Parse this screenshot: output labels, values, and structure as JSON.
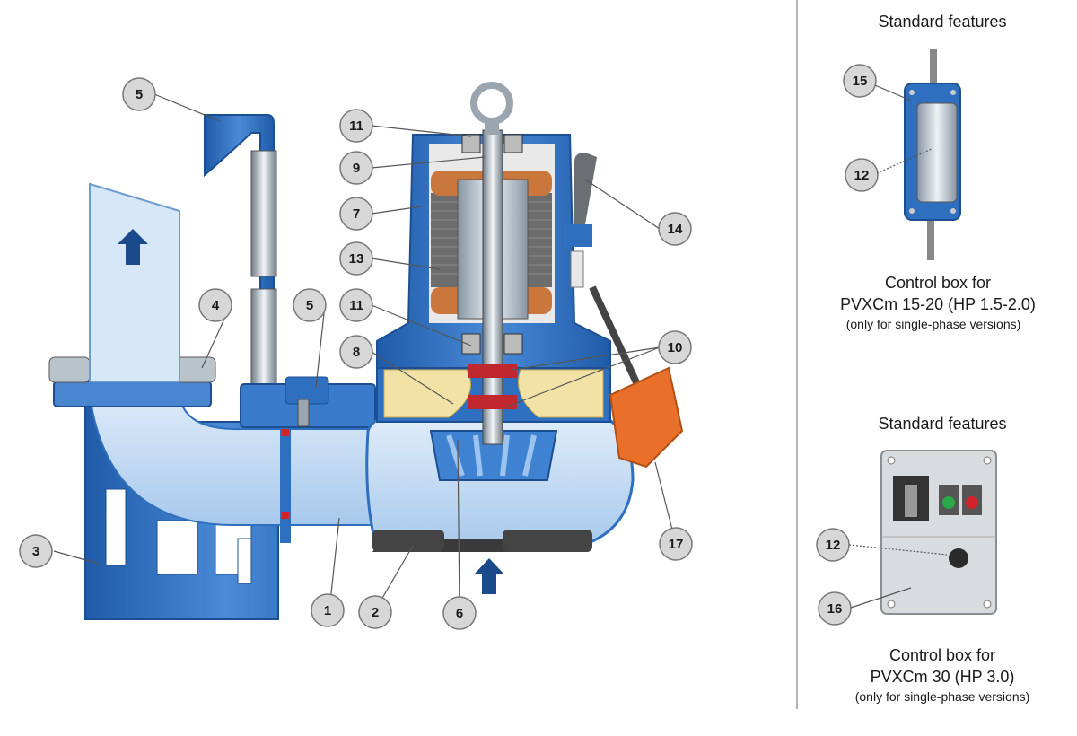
{
  "colors": {
    "pump_blue": "#2e6fc0",
    "pump_light": "#a9cdef",
    "water": "#c8def3",
    "float_orange": "#e8702a",
    "callout_fill": "#d7d7d7",
    "divider": "#9a9a9a"
  },
  "callouts": {
    "c1": "1",
    "c2": "2",
    "c3": "3",
    "c4": "4",
    "c5a": "5",
    "c5b": "5",
    "c6": "6",
    "c7": "7",
    "c8": "8",
    "c9": "9",
    "c10": "10",
    "c11a": "11",
    "c11b": "11",
    "c12a": "12",
    "c12b": "12",
    "c13": "13",
    "c14": "14",
    "c15": "15",
    "c16": "16",
    "c17": "17"
  },
  "panel_top": {
    "header": "Standard features",
    "caption_line1": "Control box for",
    "caption_line2": "PVXCm 15-20 (HP 1.5-2.0)",
    "note": "(only for single-phase versions)"
  },
  "panel_bottom": {
    "header": "Standard features",
    "caption_line1": "Control box for",
    "caption_line2": "PVXCm 30 (HP 3.0)",
    "note": "(only for single-phase versions)"
  },
  "icons": {
    "flow_arrow": "arrow-up-icon",
    "lifting_eye": "ring-icon"
  }
}
